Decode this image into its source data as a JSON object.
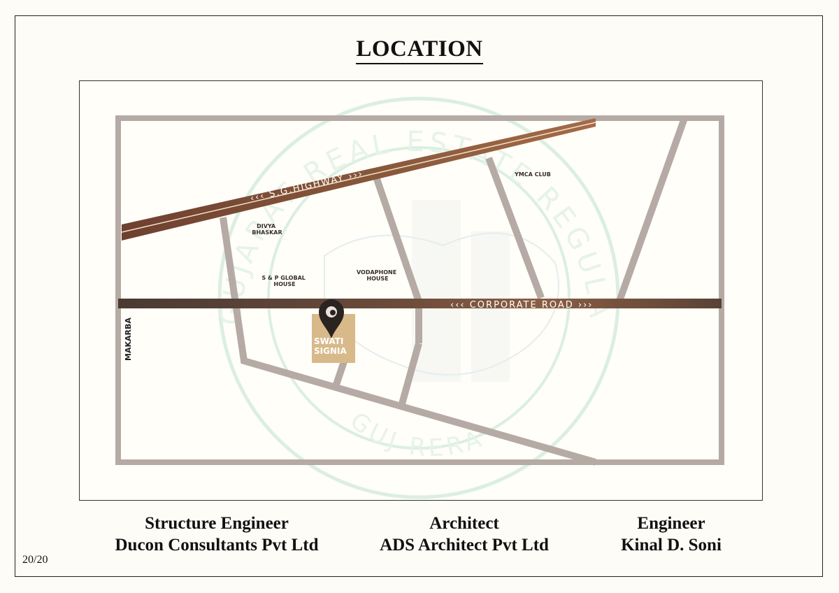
{
  "page": {
    "title": "LOCATION",
    "page_number": "20/20"
  },
  "map": {
    "roads": {
      "sg_highway": "‹‹‹ S.G.HIGHWAY ›››",
      "corporate_road": "‹‹‹ CORPORATE ROAD ›››",
      "makarba": "MAKARBA"
    },
    "places": {
      "divya_bhaskar": [
        "DIVYA",
        "BHASKAR"
      ],
      "sp_global_house": [
        "S & P GLOBAL",
        "HOUSE"
      ],
      "vodaphone_house": [
        "VODAPHONE",
        "HOUSE"
      ],
      "ymca_club": "YMCA CLUB"
    },
    "project": [
      "SWATI",
      "SIGNIA"
    ],
    "watermark": {
      "top_text": "GUJARAT REAL ESTATE REGULATORY AUTHORITY",
      "bottom_text": "GUJ RERA"
    },
    "colors": {
      "highway": "#8b5a3c",
      "corporate_road": "#5a4236",
      "minor_road": "#b5aaa4",
      "pin": "#2a2420",
      "plot": "#d8b98a",
      "watermark": "#bfe3cf"
    }
  },
  "credits": [
    {
      "role": "Structure Engineer",
      "name": "Ducon Consultants Pvt Ltd"
    },
    {
      "role": "Architect",
      "name": "ADS Architect Pvt Ltd"
    },
    {
      "role": "Engineer",
      "name": "Kinal D. Soni"
    }
  ]
}
